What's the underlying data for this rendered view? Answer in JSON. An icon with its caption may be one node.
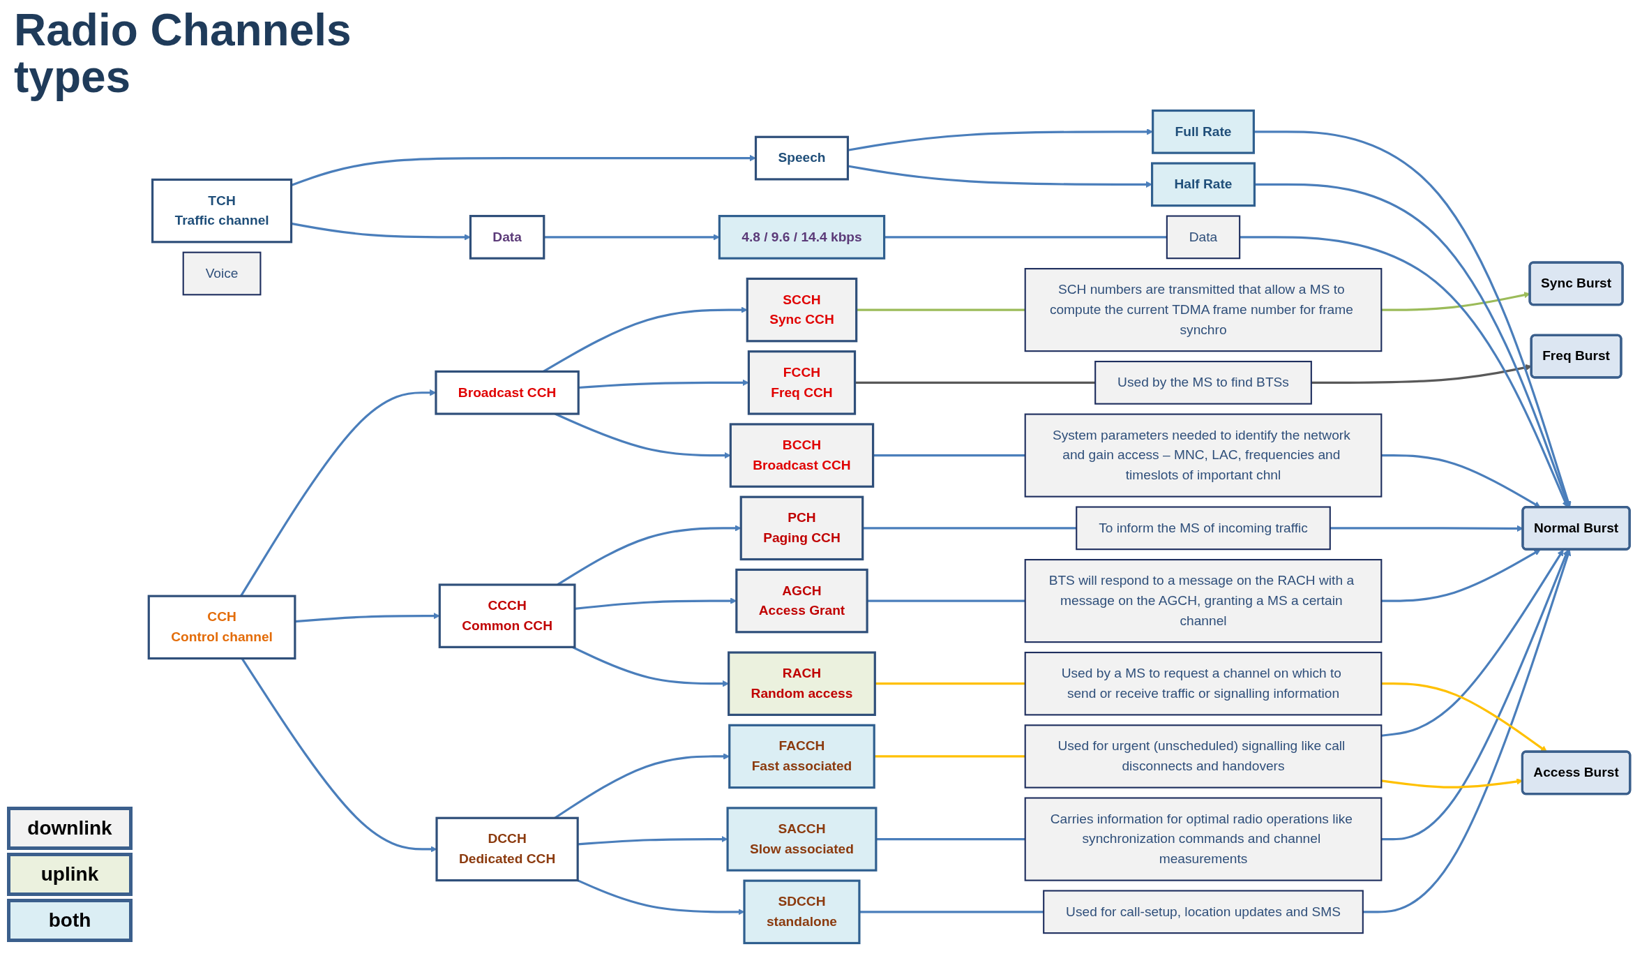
{
  "diagram": {
    "title": "Radio Channels types",
    "nodes": [
      {
        "text": [
          "TCH",
          "Traffic channel"
        ]
      },
      {
        "text": [
          "Speech"
        ]
      },
      {
        "text": [
          "Data"
        ]
      },
      {
        "text": [
          "Full Rate"
        ]
      },
      {
        "text": [
          "Half Rate"
        ]
      },
      {
        "text": [
          "4.8 / 9.6 / 14.4 kbps"
        ]
      },
      {
        "text": [
          "Voice"
        ]
      },
      {
        "text": [
          "Data"
        ]
      },
      {
        "text": [
          "CCH",
          "Control channel"
        ]
      },
      {
        "text": [
          "Broadcast CCH"
        ]
      },
      {
        "text": [
          "SCCH",
          "Sync CCH"
        ]
      },
      {
        "text": [
          "FCCH",
          "Freq CCH"
        ]
      },
      {
        "text": [
          "BCCH",
          "Broadcast CCH"
        ]
      },
      {
        "text": [
          "CCCH",
          "Common CCH"
        ]
      },
      {
        "text": [
          "PCH",
          "Paging CCH"
        ]
      },
      {
        "text": [
          "AGCH",
          "Access Grant"
        ]
      },
      {
        "text": [
          "RACH",
          "Random access"
        ]
      },
      {
        "text": [
          "DCCH",
          "Dedicated CCH"
        ]
      },
      {
        "text": [
          "FACCH",
          "Fast associated"
        ]
      },
      {
        "text": [
          "SACCH",
          "Slow associated"
        ]
      },
      {
        "text": [
          "SDCCH",
          "standalone"
        ]
      },
      {
        "text": [
          "SCH numbers are transmitted that allow a MS to compute the current TDMA frame number for frame synchro"
        ]
      },
      {
        "text": [
          "Used by the MS to find BTSs"
        ]
      },
      {
        "text": [
          "System parameters needed to identify the network and gain access – MNC, LAC, frequencies and timeslots of important chnl"
        ]
      },
      {
        "text": [
          "To inform the MS of incoming traffic"
        ]
      },
      {
        "text": [
          "BTS will respond to a message on the RACH with a message on the AGCH, granting a MS a certain channel"
        ]
      },
      {
        "text": [
          "Used by a MS to request a channel on which to send or receive traffic or signalling information"
        ]
      },
      {
        "text": [
          "Used for urgent (unscheduled) signalling like call disconnects and handovers"
        ]
      },
      {
        "text": [
          "Carries information for optimal radio operations like synchronization commands and channel measurements"
        ]
      },
      {
        "text": [
          "Used for call-setup, location updates and SMS"
        ]
      },
      {
        "text": [
          "Sync Burst"
        ]
      },
      {
        "text": [
          "Freq Burst"
        ]
      },
      {
        "text": [
          "Normal Burst"
        ]
      },
      {
        "text": [
          "Access Burst"
        ]
      }
    ],
    "edges": [
      {
        "from": 0,
        "to": 1,
        "arrow": "to"
      },
      {
        "from": 0,
        "to": 2,
        "arrow": "to"
      },
      {
        "from": 1,
        "to": 3,
        "arrow": "to"
      },
      {
        "from": 1,
        "to": 4,
        "arrow": "to"
      },
      {
        "from": 2,
        "to": 5,
        "arrow": "to"
      },
      {
        "from": 5,
        "to": 7,
        "arrow": "none"
      },
      {
        "from": 8,
        "to": 9,
        "arrow": "to"
      },
      {
        "from": 8,
        "to": 13,
        "arrow": "to"
      },
      {
        "from": 8,
        "to": 17,
        "arrow": "to"
      },
      {
        "from": 9,
        "to": 10,
        "arrow": "to"
      },
      {
        "from": 9,
        "to": 11,
        "arrow": "to"
      },
      {
        "from": 9,
        "to": 12,
        "arrow": "to"
      },
      {
        "from": 13,
        "to": 14,
        "arrow": "to"
      },
      {
        "from": 13,
        "to": 15,
        "arrow": "to"
      },
      {
        "from": 13,
        "to": 16,
        "arrow": "to"
      },
      {
        "from": 17,
        "to": 18,
        "arrow": "to"
      },
      {
        "from": 17,
        "to": 19,
        "arrow": "to"
      },
      {
        "from": 17,
        "to": 20,
        "arrow": "to"
      },
      {
        "from": 10,
        "to": 21,
        "arrow": "none",
        "color": "#9bbb59"
      },
      {
        "from": 11,
        "to": 22,
        "arrow": "none",
        "color": "#595959"
      },
      {
        "from": 12,
        "to": 23,
        "arrow": "none"
      },
      {
        "from": 14,
        "to": 24,
        "arrow": "none"
      },
      {
        "from": 15,
        "to": 25,
        "arrow": "none"
      },
      {
        "from": 16,
        "to": 26,
        "arrow": "none",
        "color": "#ffc000"
      },
      {
        "from": 18,
        "to": 27,
        "arrow": "none",
        "color": "#ffc000"
      },
      {
        "from": 19,
        "to": 28,
        "arrow": "none"
      },
      {
        "from": 20,
        "to": 29,
        "arrow": "none"
      },
      {
        "from": 21,
        "to": 30,
        "arrow": "to",
        "color": "#9bbb59"
      },
      {
        "from": 22,
        "to": 31,
        "arrow": "to",
        "color": "#595959"
      },
      {
        "from": 3,
        "to": 32,
        "arrow": "to"
      },
      {
        "from": 4,
        "to": 32,
        "arrow": "to"
      },
      {
        "from": 7,
        "to": 32,
        "arrow": "to"
      },
      {
        "from": 23,
        "to": 32,
        "arrow": "to"
      },
      {
        "from": 24,
        "to": 32,
        "arrow": "to"
      },
      {
        "from": 25,
        "to": 32,
        "arrow": "to"
      },
      {
        "from": 27,
        "to": 32,
        "arrow": "to"
      },
      {
        "from": 28,
        "to": 32,
        "arrow": "to"
      },
      {
        "from": 29,
        "to": 32,
        "arrow": "to"
      },
      {
        "from": 26,
        "to": 33,
        "arrow": "to",
        "color": "#ffc000"
      },
      {
        "from": 27,
        "to": 33,
        "arrow": "to",
        "color": "#ffc000"
      }
    ],
    "legend": [
      {
        "text": "downlink",
        "color": "#f2f2f2"
      },
      {
        "text": "uplink",
        "color": "#ebf1de"
      },
      {
        "text": "both",
        "color": "#dbeef4"
      }
    ]
  }
}
